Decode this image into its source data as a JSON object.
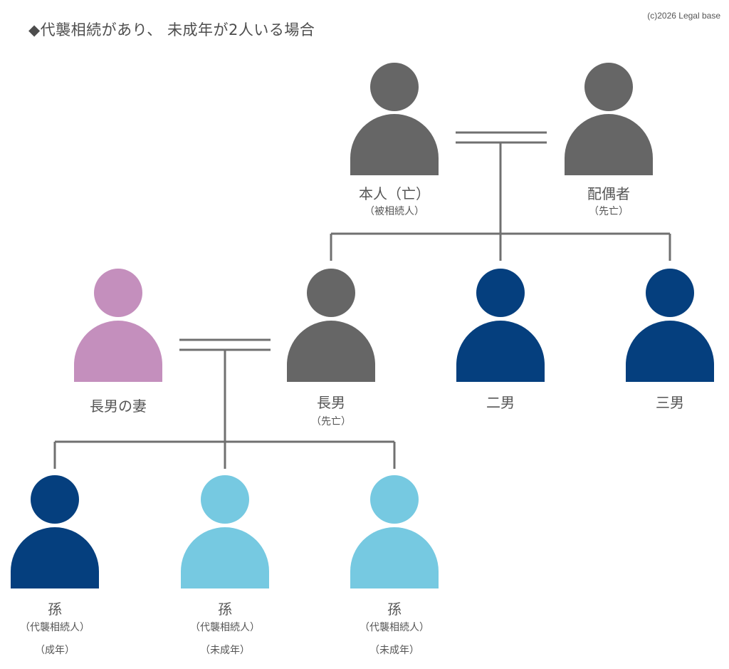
{
  "title": "◆代襲相続があり、 未成年が2人いる場合",
  "copyright": "(c)2026 Legal base",
  "colors": {
    "deceased": "#666666",
    "in_law": "#c48fbd",
    "heir": "#053f7e",
    "minor": "#76c9e1",
    "line": "#707070"
  },
  "people": {
    "honnin": {
      "name": "本人（亡）",
      "note": "（被相続人）",
      "color_role": "deceased"
    },
    "haigusha": {
      "name": "配偶者",
      "note": "（先亡）",
      "color_role": "deceased"
    },
    "chonan_tsuma": {
      "name": "長男の妻",
      "color_role": "in_law"
    },
    "chonan": {
      "name": "長男",
      "note": "（先亡）",
      "color_role": "deceased"
    },
    "jinan": {
      "name": "二男",
      "color_role": "heir"
    },
    "sannan": {
      "name": "三男",
      "color_role": "heir"
    },
    "mago1": {
      "name": "孫",
      "note": "（代襲相続人）",
      "note2": "（成年）",
      "color_role": "heir"
    },
    "mago2": {
      "name": "孫",
      "note": "（代襲相続人）",
      "note2": "（未成年）",
      "color_role": "minor"
    },
    "mago3": {
      "name": "孫",
      "note": "（代襲相続人）",
      "note2": "（未成年）",
      "color_role": "minor"
    }
  }
}
